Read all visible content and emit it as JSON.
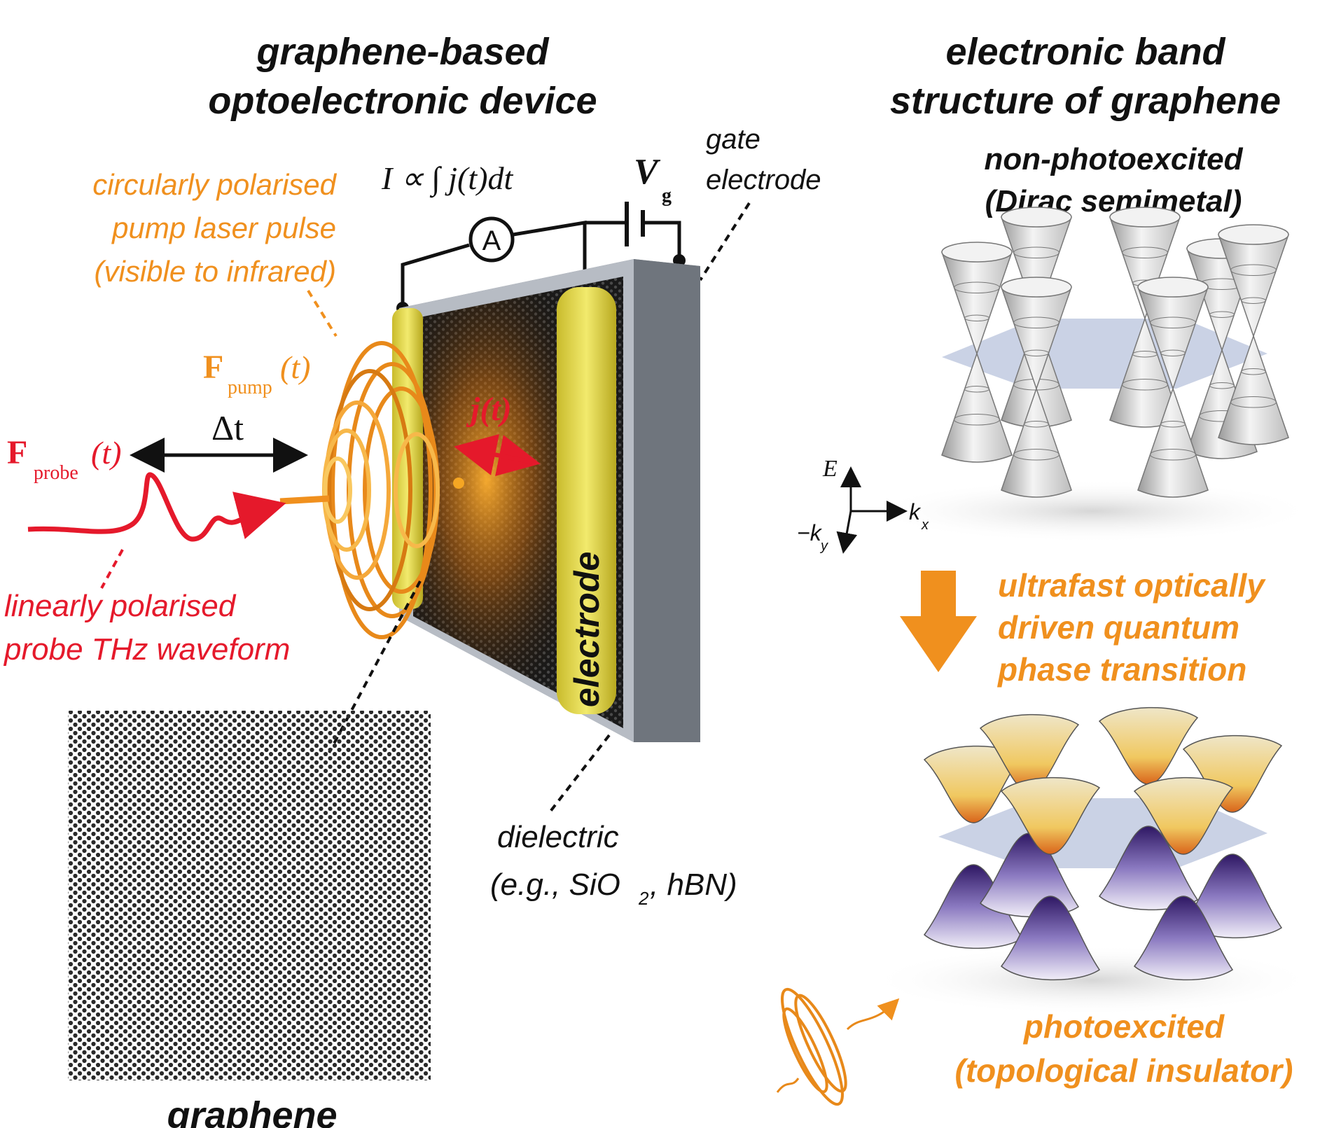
{
  "left_panel": {
    "title_line1": "graphene-based",
    "title_line2": "optoelectronic device",
    "formula_lhs": "I ∝ ∫ j(t)dt",
    "gate_voltage_symbol": "V",
    "gate_voltage_subscript": "g",
    "ammeter_symbol": "A",
    "gate_label_line1": "gate",
    "gate_label_line2": "electrode",
    "pump_label_line1": "circularly polarised",
    "pump_label_line2": "pump laser pulse",
    "pump_label_line3": "(visible to infrared)",
    "pump_field_symbol": "F",
    "pump_field_subscript": "pump",
    "pump_field_arg": "(t)",
    "delay_symbol": "Δt",
    "probe_field_symbol": "F",
    "probe_field_subscript": "probe",
    "probe_field_arg": "(t)",
    "current_symbol": "j(t)",
    "probe_label_line1": "linearly polarised",
    "probe_label_line2": "probe THz waveform",
    "electrode_label": "electrode",
    "dielectric_label_line1": "dielectric",
    "dielectric_label_line2a": "(e.g., SiO",
    "dielectric_label_sub": "2",
    "dielectric_label_line2b": ", hBN)",
    "graphene_label": "graphene"
  },
  "right_panel": {
    "title_line1": "electronic band",
    "title_line2": "structure of graphene",
    "state1_line1": "non-photoexcited",
    "state1_line2": "(Dirac semimetal)",
    "axis_energy": "E",
    "axis_kx": "k",
    "axis_kx_sub": "x",
    "axis_ky": "−k",
    "axis_ky_sub": "y",
    "transition_line1": "ultrafast optically",
    "transition_line2": "driven quantum",
    "transition_line3": "phase transition",
    "state2_line1": "photoexcited",
    "state2_line2": "(topological insulator)"
  },
  "colors": {
    "orange": "#f0901e",
    "red": "#e5192b",
    "electrode_gold": "#e9df55",
    "dielectric_gray": "#b7bcc4",
    "cone_gray": "#dcdcdc",
    "purple": "#3a1f6e",
    "brillouin_zone": "#b9c4dc"
  }
}
